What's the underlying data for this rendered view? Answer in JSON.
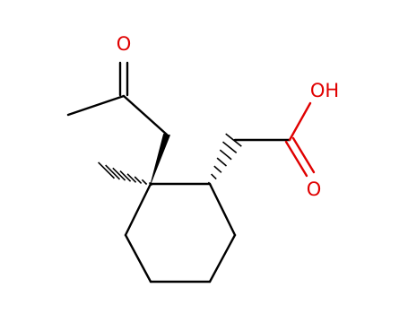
{
  "molecule": {
    "atom_labels": {
      "ketone_oxygen": "O",
      "acid_hydroxyl": "OH",
      "acid_carbonyl_oxygen": "O"
    },
    "colors": {
      "bond": "#000000",
      "heteroatom": "#e00000",
      "background": "#ffffff"
    }
  }
}
